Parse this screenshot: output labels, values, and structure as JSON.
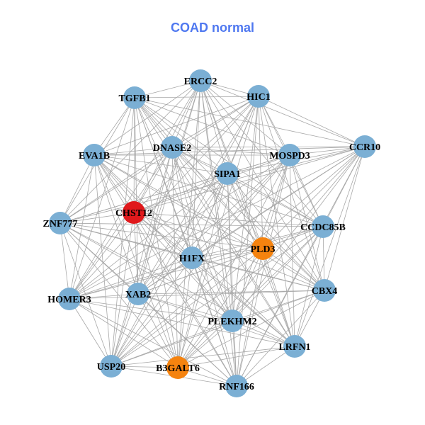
{
  "title": "COAD normal",
  "colors": {
    "title": "#4f78f0",
    "edge": "#a8a8a8",
    "default_node": "#7bafd4",
    "red_node": "#e0191c",
    "orange_node": "#f5830f"
  },
  "nodes": [
    {
      "id": "ERCC2",
      "color": "default_node"
    },
    {
      "id": "TGFB1",
      "color": "default_node"
    },
    {
      "id": "HIC1",
      "color": "default_node"
    },
    {
      "id": "CCR10",
      "color": "default_node"
    },
    {
      "id": "EVA1B",
      "color": "default_node"
    },
    {
      "id": "DNASE2",
      "color": "default_node"
    },
    {
      "id": "MOSPD3",
      "color": "default_node"
    },
    {
      "id": "SIPA1",
      "color": "default_node"
    },
    {
      "id": "ZNF777",
      "color": "default_node"
    },
    {
      "id": "CHST12",
      "color": "red_node"
    },
    {
      "id": "CCDC85B",
      "color": "default_node"
    },
    {
      "id": "PLD3",
      "color": "orange_node"
    },
    {
      "id": "H1FX",
      "color": "default_node"
    },
    {
      "id": "HOMER3",
      "color": "default_node"
    },
    {
      "id": "XAB2",
      "color": "default_node"
    },
    {
      "id": "CBX4",
      "color": "default_node"
    },
    {
      "id": "PLEKHM2",
      "color": "default_node"
    },
    {
      "id": "LRFN1",
      "color": "default_node"
    },
    {
      "id": "USP20",
      "color": "default_node"
    },
    {
      "id": "B3GALT6",
      "color": "orange_node"
    },
    {
      "id": "RNF166",
      "color": "default_node"
    }
  ],
  "edges_all_pairs": true
}
